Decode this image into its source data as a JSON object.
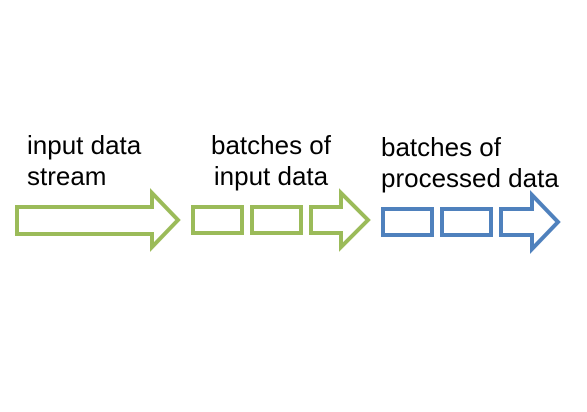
{
  "labels": {
    "input_stream": [
      "input data",
      "stream"
    ],
    "input_batches": [
      "batches of",
      "input data"
    ],
    "processed_batches": [
      "batches of",
      "processed data"
    ]
  },
  "colors": {
    "green": "#9bbb59",
    "blue": "#4f81bd",
    "text": "#000000"
  },
  "stages": {
    "input_batch_count": 2,
    "processed_batch_count": 2
  }
}
